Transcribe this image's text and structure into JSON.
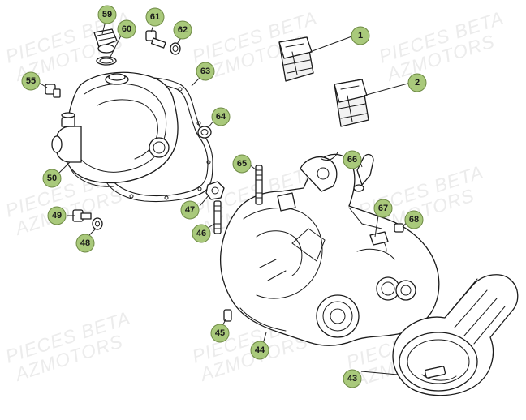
{
  "watermarks": [
    {
      "text": "PIECES BETA"
    },
    {
      "text": "AZMOTORS"
    },
    {
      "text": "PIECES BETA"
    },
    {
      "text": "AZMOTORS"
    },
    {
      "text": "PIECES BETA"
    },
    {
      "text": "AZMOTORS"
    },
    {
      "text": "PIECES BETA"
    },
    {
      "text": "AZMOTORS"
    },
    {
      "text": "PIECES BETA"
    },
    {
      "text": "AZMOTORS"
    },
    {
      "text": "PIECES BETA"
    },
    {
      "text": "AZMOTORS"
    },
    {
      "text": "PIECES BETA"
    },
    {
      "text": "AZMOTORS"
    },
    {
      "text": "PIECES BETA"
    },
    {
      "text": "AZMOTORS"
    },
    {
      "text": "PIECES BETA"
    },
    {
      "text": "AZMOTORS"
    }
  ],
  "callouts": [
    {
      "number": "1"
    },
    {
      "number": "2"
    },
    {
      "number": "43"
    },
    {
      "number": "44"
    },
    {
      "number": "45"
    },
    {
      "number": "46"
    },
    {
      "number": "47"
    },
    {
      "number": "48"
    },
    {
      "number": "49"
    },
    {
      "number": "50"
    },
    {
      "number": "55"
    },
    {
      "number": "59"
    },
    {
      "number": "60"
    },
    {
      "number": "61"
    },
    {
      "number": "62"
    },
    {
      "number": "63"
    },
    {
      "number": "64"
    },
    {
      "number": "65"
    },
    {
      "number": "66"
    },
    {
      "number": "67"
    },
    {
      "number": "68"
    }
  ],
  "colors": {
    "callout_fill": "#a9c97b",
    "line": "#1a1a1a",
    "watermark": "#ececec"
  }
}
